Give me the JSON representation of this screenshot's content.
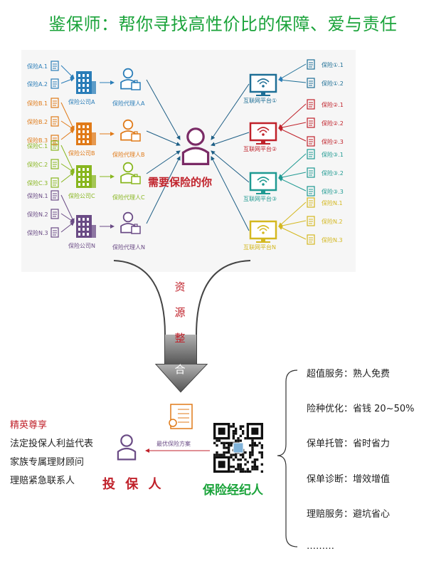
{
  "title": "鉴保师：帮你寻找高性价比的保障、爱与责任",
  "colors": {
    "green": "#1aa33a",
    "blue": "#2a7db8",
    "red": "#c0222b",
    "orange": "#e07a18",
    "teal": "#1f9a92",
    "lime": "#88b61f",
    "purple": "#6a4b85",
    "gold": "#d4b820",
    "gray": "#9aa0a6"
  },
  "diagram": {
    "groups": [
      {
        "policies": [
          "保险A.1",
          "保险A.2"
        ],
        "company": "保险公司A",
        "agent": "保险代理人A"
      },
      {
        "policies": [
          "保险B.1",
          "保险B.2",
          "保险B.3"
        ],
        "company": "保险公司B",
        "agent": "保险代理人B"
      },
      {
        "policies": [
          "保险C.1",
          "保险C.2",
          "保险C.3"
        ],
        "company": "保险公司C",
        "agent": "保险代理人C"
      },
      {
        "policies": [
          "保险N.1",
          "保险N.2",
          "保险N.3"
        ],
        "company": "保险公司N",
        "agent": "保险代理人N"
      }
    ],
    "platforms": [
      {
        "name": "互联网平台①",
        "policies": [
          "保险①.1",
          "保险①.2"
        ]
      },
      {
        "name": "互联网平台②",
        "policies": [
          "保险②.1",
          "保险②.2",
          "保险②.3"
        ]
      },
      {
        "name": "互联网平台③",
        "policies": [
          "保险③.1",
          "保险③.2",
          "保险③.3"
        ]
      },
      {
        "name": "互联网平台N",
        "policies": [
          "保险N.1",
          "保险N.2",
          "保险N.3"
        ]
      }
    ],
    "center_label": "需要保险的你"
  },
  "arrow_text": [
    "资",
    "源",
    "整",
    "合"
  ],
  "left_list": {
    "heading": "精英尊享",
    "items": [
      "法定投保人利益代表",
      "家族专属理财顾问",
      "理赔紧急联系人"
    ]
  },
  "insured_label": "投 保 人",
  "plan_label": "最优保险方案",
  "broker_label": "保险经纪人",
  "services": [
    "超值服务：熟人免费",
    "险种优化：省钱 20~50%",
    "保单托管：省时省力",
    "保单诊断：增效增值",
    "理赔服务：避坑省心",
    "………"
  ]
}
